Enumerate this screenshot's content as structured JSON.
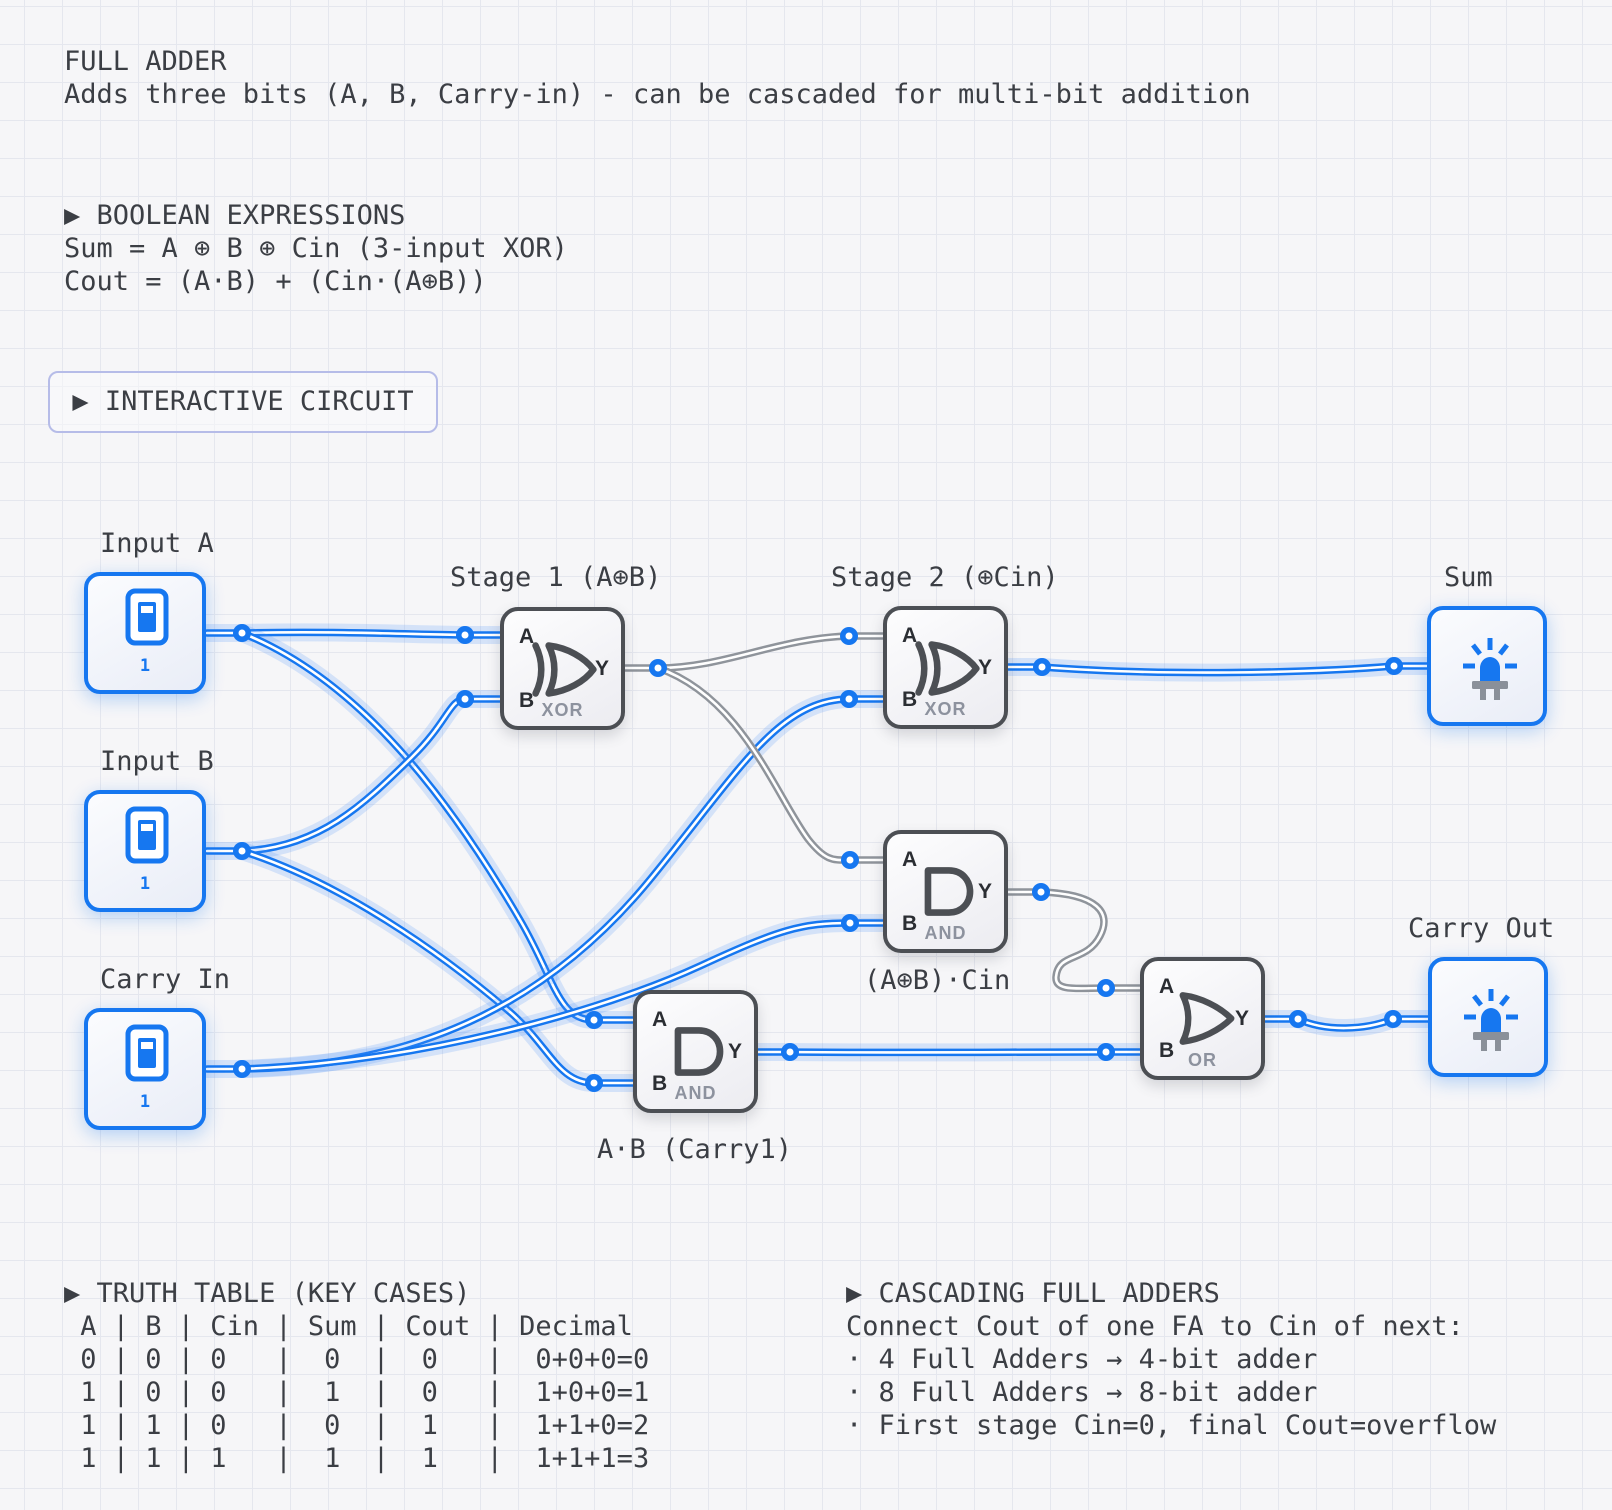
{
  "theme": {
    "accent_blue": "#1677f0",
    "wire_low_gray": "#8f949b",
    "gate_border": "#4c4f54",
    "text_color": "#3b3e44",
    "page_bg": "#f6f6f8",
    "grid_line": "#e5e7ee",
    "led_base_gray": "#8a9099",
    "button_border": "#b6bce8"
  },
  "header": {
    "title": "FULL ADDER",
    "subtitle": "Adds three bits (A, B, Carry-in) - can be cascaded for multi-bit addition"
  },
  "boolean_section": {
    "heading": "▶ BOOLEAN EXPRESSIONS",
    "sum_line": "Sum = A ⊕ B ⊕ Cin (3-input XOR)",
    "cout_line": "Cout = (A·B) + (Cin·(A⊕B))"
  },
  "circuit_button": {
    "label": "▶ INTERACTIVE CIRCUIT"
  },
  "circuit": {
    "inputs": {
      "a": {
        "label": "Input A",
        "value": "1"
      },
      "b": {
        "label": "Input B",
        "value": "1"
      },
      "cin": {
        "label": "Carry In",
        "value": "1"
      }
    },
    "gates": {
      "xor1": {
        "caption": "Stage 1 (A⊕B)",
        "type_label": "XOR",
        "pin_a": "A",
        "pin_b": "B",
        "pin_y": "Y"
      },
      "xor2": {
        "caption": "Stage 2 (⊕Cin)",
        "type_label": "XOR",
        "pin_a": "A",
        "pin_b": "B",
        "pin_y": "Y"
      },
      "and2": {
        "caption": "(A⊕B)·Cin",
        "type_label": "AND",
        "pin_a": "A",
        "pin_b": "B",
        "pin_y": "Y"
      },
      "and1": {
        "caption": "A·B (Carry1)",
        "type_label": "AND",
        "pin_a": "A",
        "pin_b": "B",
        "pin_y": "Y"
      },
      "or1": {
        "type_label": "OR",
        "pin_a": "A",
        "pin_b": "B",
        "pin_y": "Y"
      }
    },
    "outputs": {
      "sum": {
        "label": "Sum"
      },
      "cout": {
        "label": "Carry Out"
      }
    }
  },
  "truth_table": {
    "heading": "▶ TRUTH TABLE (KEY CASES)",
    "header_row": " A | B | Cin | Sum | Cout | Decimal",
    "rows": [
      " 0 | 0 | 0   |  0  |  0   |  0+0+0=0",
      " 1 | 0 | 0   |  1  |  0   |  1+0+0=1",
      " 1 | 1 | 0   |  0  |  1   |  1+1+0=2",
      " 1 | 1 | 1   |  1  |  1   |  1+1+1=3"
    ]
  },
  "cascading": {
    "heading": "▶ CASCADING FULL ADDERS",
    "lines": [
      "Connect Cout of one FA to Cin of next:",
      "· 4 Full Adders → 4-bit adder",
      "· 8 Full Adders → 8-bit adder",
      "· First stage Cin=0, final Cout=overflow"
    ]
  }
}
